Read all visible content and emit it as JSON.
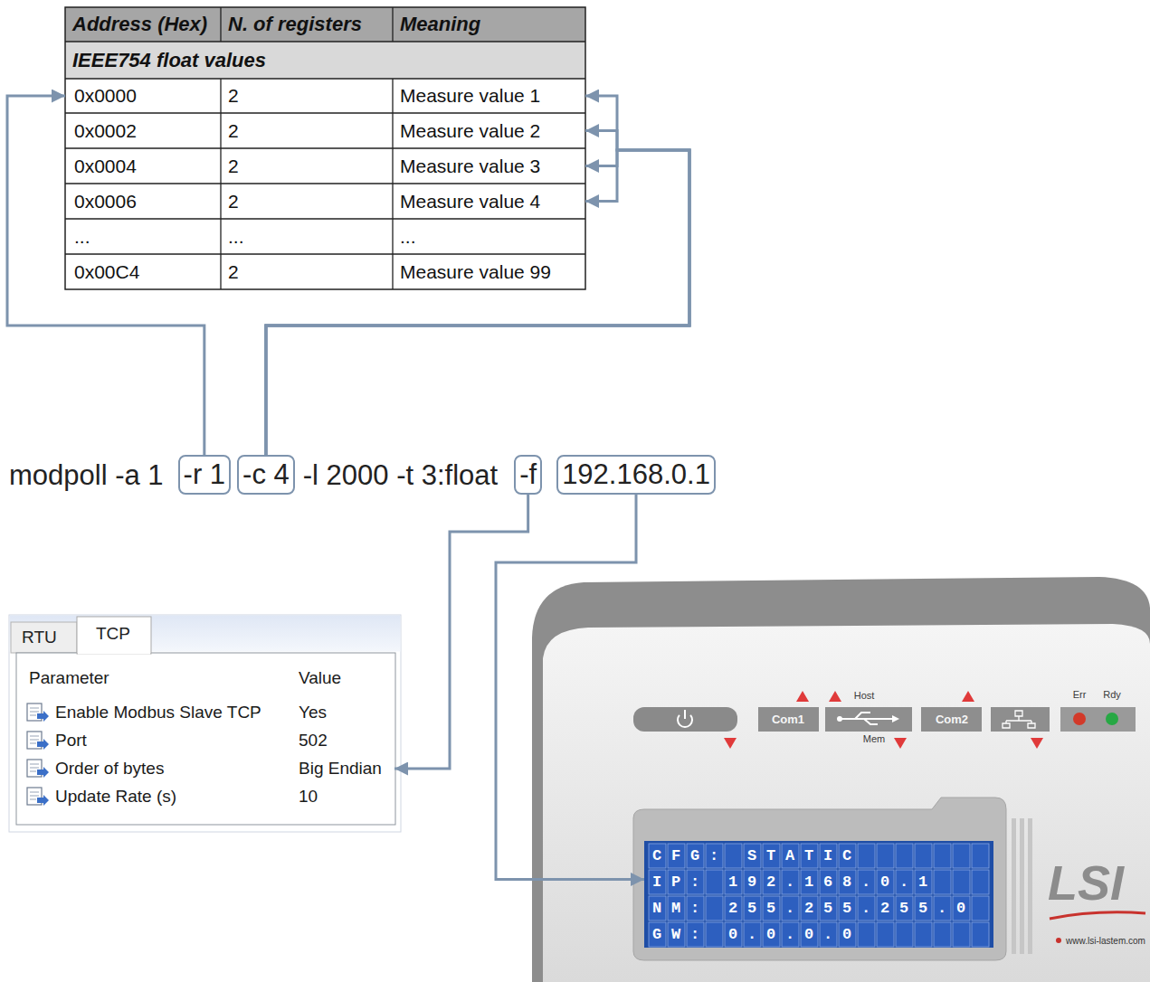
{
  "diagram": {
    "nodes": [
      {
        "text": [
          "0x0000",
          "2",
          "Measure value 1"
        ]
      },
      {
        "text": [
          "0x0002",
          "2",
          "Measure value 2"
        ]
      },
      {
        "text": [
          "0x0004",
          "2",
          "Measure value 3"
        ]
      },
      {
        "text": [
          "0x0006",
          "2",
          "Measure value 4"
        ]
      },
      {
        "text": [
          "-r 1"
        ]
      },
      {
        "text": [
          "-c 4"
        ]
      },
      {
        "text": [
          "-f"
        ]
      },
      {
        "text": [
          "192.168.0.1"
        ]
      },
      {
        "text": [
          "Order of bytes",
          "Big Endian"
        ]
      },
      {
        "text": [
          "CFG: STATIC",
          "IP: 192.168.0.1",
          "NM: 255.255.255.0",
          "GW: 0.0.0.0"
        ]
      }
    ],
    "edges": [
      {
        "from": 4,
        "to": 0,
        "arrow": "to"
      },
      {
        "from": 5,
        "to": 0,
        "arrow": "to"
      },
      {
        "from": 5,
        "to": 1,
        "arrow": "to"
      },
      {
        "from": 5,
        "to": 2,
        "arrow": "to"
      },
      {
        "from": 5,
        "to": 3,
        "arrow": "to"
      },
      {
        "from": 6,
        "to": 8,
        "arrow": "to"
      },
      {
        "from": 7,
        "to": 9,
        "arrow": "to"
      }
    ],
    "labels": [
      "Address (Hex)",
      "N. of registers",
      "Meaning",
      "IEEE754 float values",
      "...",
      "...",
      "...",
      "0x00C4",
      "2",
      "Measure value 99",
      "modpoll -a 1",
      "-l 2000 -t 3:float",
      "RTU",
      "TCP",
      "Parameter",
      "Value",
      "Enable Modbus Slave TCP",
      "Yes",
      "Port",
      "502",
      "Update Rate (s)",
      "10",
      "Com1",
      "Host",
      "Mem",
      "Com2",
      "Err",
      "Rdy",
      "LSI",
      "www.lsi-lastem.com"
    ]
  }
}
